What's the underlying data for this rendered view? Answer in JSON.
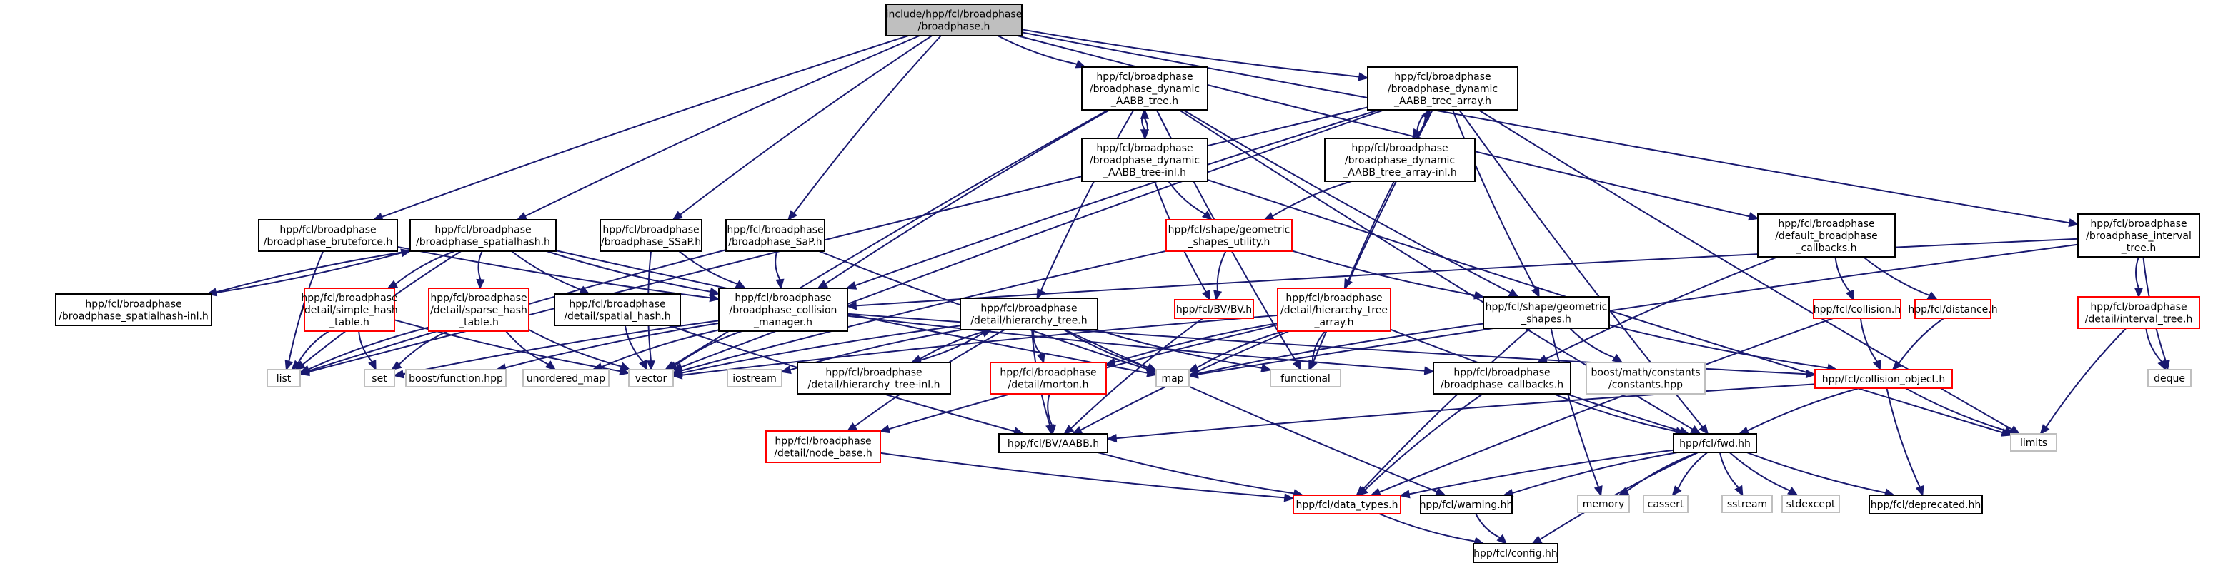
{
  "header": {
    "title": "include/hpp/fcl/broadphase/broadphase.h"
  },
  "colors": {
    "edge": "#191970",
    "root_fill": "#bfbfbf",
    "normal_border": "#000000",
    "undocumented_border": "#ff0000",
    "system_border": "#bfbfbf"
  },
  "nodes": [
    {
      "id": "root",
      "kind": "root",
      "lines": [
        "include/hpp/fcl/broadphase",
        "/broadphase.h"
      ]
    },
    {
      "id": "dyn_tree",
      "kind": "normal",
      "lines": [
        "hpp/fcl/broadphase",
        "/broadphase_dynamic",
        "_AABB_tree.h"
      ]
    },
    {
      "id": "dyn_array",
      "kind": "normal",
      "lines": [
        "hpp/fcl/broadphase",
        "/broadphase_dynamic",
        "_AABB_tree_array.h"
      ]
    },
    {
      "id": "dyn_tree_inl",
      "kind": "normal",
      "lines": [
        "hpp/fcl/broadphase",
        "/broadphase_dynamic",
        "_AABB_tree-inl.h"
      ]
    },
    {
      "id": "dyn_array_inl",
      "kind": "normal",
      "lines": [
        "hpp/fcl/broadphase",
        "/broadphase_dynamic",
        "_AABB_tree_array-inl.h"
      ]
    },
    {
      "id": "brute",
      "kind": "normal",
      "lines": [
        "hpp/fcl/broadphase",
        "/broadphase_bruteforce.h"
      ]
    },
    {
      "id": "spatialhash",
      "kind": "normal",
      "lines": [
        "hpp/fcl/broadphase",
        "/broadphase_spatialhash.h"
      ]
    },
    {
      "id": "ssap",
      "kind": "normal",
      "lines": [
        "hpp/fcl/broadphase",
        "/broadphase_SSaP.h"
      ]
    },
    {
      "id": "sap",
      "kind": "normal",
      "lines": [
        "hpp/fcl/broadphase",
        "/broadphase_SaP.h"
      ]
    },
    {
      "id": "geom_util",
      "kind": "undoc",
      "lines": [
        "hpp/fcl/shape/geometric",
        "_shapes_utility.h"
      ]
    },
    {
      "id": "def_cb",
      "kind": "normal",
      "lines": [
        "hpp/fcl/broadphase",
        "/default_broadphase",
        "_callbacks.h"
      ]
    },
    {
      "id": "interval",
      "kind": "normal",
      "lines": [
        "hpp/fcl/broadphase",
        "/broadphase_interval",
        "_tree.h"
      ]
    },
    {
      "id": "sh_inl",
      "kind": "normal",
      "lines": [
        "hpp/fcl/broadphase",
        "/broadphase_spatialhash-inl.h"
      ]
    },
    {
      "id": "simple_hash",
      "kind": "undoc",
      "lines": [
        "hpp/fcl/broadphase",
        "/detail/simple_hash",
        "_table.h"
      ]
    },
    {
      "id": "sparse_hash",
      "kind": "undoc",
      "lines": [
        "hpp/fcl/broadphase",
        "/detail/sparse_hash",
        "_table.h"
      ]
    },
    {
      "id": "spatial_hash",
      "kind": "normal",
      "lines": [
        "hpp/fcl/broadphase",
        "/detail/spatial_hash.h"
      ]
    },
    {
      "id": "coll_mgr",
      "kind": "normal",
      "lines": [
        "hpp/fcl/broadphase",
        "/broadphase_collision",
        "_manager.h"
      ]
    },
    {
      "id": "hier_tree",
      "kind": "normal",
      "lines": [
        "hpp/fcl/broadphase",
        "/detail/hierarchy_tree.h"
      ]
    },
    {
      "id": "bv_bv",
      "kind": "undoc",
      "lines": [
        "hpp/fcl/BV/BV.h"
      ]
    },
    {
      "id": "hier_array",
      "kind": "undoc",
      "lines": [
        "hpp/fcl/broadphase",
        "/detail/hierarchy_tree",
        "_array.h"
      ]
    },
    {
      "id": "geom_shapes",
      "kind": "normal",
      "lines": [
        "hpp/fcl/shape/geometric",
        "_shapes.h"
      ]
    },
    {
      "id": "collision",
      "kind": "undoc",
      "lines": [
        "hpp/fcl/collision.h"
      ]
    },
    {
      "id": "distance",
      "kind": "undoc",
      "lines": [
        "hpp/fcl/distance.h"
      ]
    },
    {
      "id": "interval_tree",
      "kind": "undoc",
      "lines": [
        "hpp/fcl/broadphase",
        "/detail/interval_tree.h"
      ]
    },
    {
      "id": "list",
      "kind": "system",
      "lines": [
        "list"
      ]
    },
    {
      "id": "set",
      "kind": "system",
      "lines": [
        "set"
      ]
    },
    {
      "id": "vector",
      "kind": "system",
      "lines": [
        "vector"
      ]
    },
    {
      "id": "boost_function",
      "kind": "system",
      "lines": [
        "boost/function.hpp"
      ]
    },
    {
      "id": "unordered_map",
      "kind": "system",
      "lines": [
        "unordered_map"
      ]
    },
    {
      "id": "iostream",
      "kind": "system",
      "lines": [
        "iostream"
      ]
    },
    {
      "id": "hier_inl",
      "kind": "normal",
      "lines": [
        "hpp/fcl/broadphase",
        "/detail/hierarchy_tree-inl.h"
      ]
    },
    {
      "id": "morton",
      "kind": "undoc",
      "lines": [
        "hpp/fcl/broadphase",
        "/detail/morton.h"
      ]
    },
    {
      "id": "map",
      "kind": "system",
      "lines": [
        "map"
      ]
    },
    {
      "id": "functional",
      "kind": "system",
      "lines": [
        "functional"
      ]
    },
    {
      "id": "bp_cb",
      "kind": "normal",
      "lines": [
        "hpp/fcl/broadphase",
        "/broadphase_callbacks.h"
      ]
    },
    {
      "id": "boost_math",
      "kind": "system",
      "lines": [
        "boost/math/constants",
        "/constants.hpp"
      ]
    },
    {
      "id": "coll_obj",
      "kind": "undoc",
      "lines": [
        "hpp/fcl/collision_object.h"
      ]
    },
    {
      "id": "deque",
      "kind": "system",
      "lines": [
        "deque"
      ]
    },
    {
      "id": "limits",
      "kind": "system",
      "lines": [
        "limits"
      ]
    },
    {
      "id": "node_base",
      "kind": "undoc",
      "lines": [
        "hpp/fcl/broadphase",
        "/detail/node_base.h"
      ]
    },
    {
      "id": "aabb",
      "kind": "normal",
      "lines": [
        "hpp/fcl/BV/AABB.h"
      ]
    },
    {
      "id": "fwd",
      "kind": "normal",
      "lines": [
        "hpp/fcl/fwd.hh"
      ]
    },
    {
      "id": "data_types",
      "kind": "undoc",
      "lines": [
        "hpp/fcl/data_types.h"
      ]
    },
    {
      "id": "warning",
      "kind": "normal",
      "lines": [
        "hpp/fcl/warning.hh"
      ]
    },
    {
      "id": "memory",
      "kind": "system",
      "lines": [
        "memory"
      ]
    },
    {
      "id": "cassert",
      "kind": "system",
      "lines": [
        "cassert"
      ]
    },
    {
      "id": "sstream",
      "kind": "system",
      "lines": [
        "sstream"
      ]
    },
    {
      "id": "stdexcept",
      "kind": "system",
      "lines": [
        "stdexcept"
      ]
    },
    {
      "id": "deprecated",
      "kind": "normal",
      "lines": [
        "hpp/fcl/deprecated.hh"
      ]
    },
    {
      "id": "config",
      "kind": "normal",
      "lines": [
        "hpp/fcl/config.hh"
      ]
    }
  ],
  "edges": [
    [
      "root",
      "dyn_tree"
    ],
    [
      "root",
      "dyn_array"
    ],
    [
      "root",
      "brute"
    ],
    [
      "root",
      "spatialhash"
    ],
    [
      "root",
      "ssap"
    ],
    [
      "root",
      "sap"
    ],
    [
      "root",
      "def_cb"
    ],
    [
      "root",
      "interval"
    ],
    [
      "dyn_tree",
      "dyn_tree_inl"
    ],
    [
      "dyn_tree",
      "coll_mgr"
    ],
    [
      "dyn_tree",
      "hier_tree"
    ],
    [
      "dyn_tree",
      "vector"
    ],
    [
      "dyn_tree",
      "geom_shapes"
    ],
    [
      "dyn_tree",
      "functional"
    ],
    [
      "dyn_tree",
      "fwd"
    ],
    [
      "dyn_tree_inl",
      "dyn_tree"
    ],
    [
      "dyn_tree_inl",
      "geom_util"
    ],
    [
      "dyn_tree_inl",
      "bv_bv"
    ],
    [
      "dyn_tree_inl",
      "limits"
    ],
    [
      "dyn_array",
      "dyn_array_inl"
    ],
    [
      "dyn_array",
      "coll_mgr"
    ],
    [
      "dyn_array",
      "hier_array"
    ],
    [
      "dyn_array",
      "geom_shapes"
    ],
    [
      "dyn_array",
      "list"
    ],
    [
      "dyn_array",
      "vector"
    ],
    [
      "dyn_array",
      "functional"
    ],
    [
      "dyn_array",
      "fwd"
    ],
    [
      "dyn_array",
      "limits"
    ],
    [
      "dyn_array_inl",
      "dyn_array"
    ],
    [
      "dyn_array_inl",
      "geom_util"
    ],
    [
      "geom_util",
      "bv_bv"
    ],
    [
      "geom_util",
      "geom_shapes"
    ],
    [
      "geom_util",
      "vector"
    ],
    [
      "brute",
      "coll_mgr"
    ],
    [
      "brute",
      "list"
    ],
    [
      "spatialhash",
      "sh_inl"
    ],
    [
      "spatialhash",
      "simple_hash"
    ],
    [
      "spatialhash",
      "sparse_hash"
    ],
    [
      "spatialhash",
      "spatial_hash"
    ],
    [
      "spatialhash",
      "coll_mgr"
    ],
    [
      "spatialhash",
      "list"
    ],
    [
      "spatialhash",
      "map"
    ],
    [
      "sh_inl",
      "spatialhash"
    ],
    [
      "ssap",
      "coll_mgr"
    ],
    [
      "ssap",
      "vector"
    ],
    [
      "sap",
      "coll_mgr"
    ],
    [
      "sap",
      "list"
    ],
    [
      "sap",
      "map"
    ],
    [
      "simple_hash",
      "list"
    ],
    [
      "simple_hash",
      "set"
    ],
    [
      "simple_hash",
      "vector"
    ],
    [
      "sparse_hash",
      "list"
    ],
    [
      "sparse_hash",
      "set"
    ],
    [
      "sparse_hash",
      "vector"
    ],
    [
      "sparse_hash",
      "unordered_map"
    ],
    [
      "spatial_hash",
      "aabb"
    ],
    [
      "spatial_hash",
      "vector"
    ],
    [
      "coll_mgr",
      "set"
    ],
    [
      "coll_mgr",
      "vector"
    ],
    [
      "coll_mgr",
      "boost_function"
    ],
    [
      "coll_mgr",
      "unordered_map"
    ],
    [
      "coll_mgr",
      "bp_cb"
    ],
    [
      "coll_mgr",
      "coll_obj"
    ],
    [
      "hier_tree",
      "hier_inl"
    ],
    [
      "hier_tree",
      "morton"
    ],
    [
      "hier_tree",
      "aabb"
    ],
    [
      "hier_tree",
      "node_base"
    ],
    [
      "hier_tree",
      "vector"
    ],
    [
      "hier_tree",
      "map"
    ],
    [
      "hier_tree",
      "iostream"
    ],
    [
      "hier_tree",
      "functional"
    ],
    [
      "hier_tree",
      "warning"
    ],
    [
      "hier_inl",
      "hier_tree"
    ],
    [
      "hier_array",
      "node_base"
    ],
    [
      "hier_array",
      "morton"
    ],
    [
      "hier_array",
      "aabb"
    ],
    [
      "hier_array",
      "vector"
    ],
    [
      "hier_array",
      "map"
    ],
    [
      "hier_array",
      "functional"
    ],
    [
      "hier_array",
      "fwd"
    ],
    [
      "bv_bv",
      "aabb"
    ],
    [
      "geom_shapes",
      "coll_obj"
    ],
    [
      "geom_shapes",
      "data_types"
    ],
    [
      "geom_shapes",
      "boost_math"
    ],
    [
      "geom_shapes",
      "memory"
    ],
    [
      "geom_shapes",
      "map"
    ],
    [
      "def_cb",
      "bp_cb"
    ],
    [
      "def_cb",
      "collision"
    ],
    [
      "def_cb",
      "distance"
    ],
    [
      "collision",
      "coll_obj"
    ],
    [
      "collision",
      "data_types"
    ],
    [
      "distance",
      "coll_obj"
    ],
    [
      "interval",
      "interval_tree"
    ],
    [
      "interval",
      "coll_mgr"
    ],
    [
      "interval",
      "deque"
    ],
    [
      "interval",
      "map"
    ],
    [
      "interval_tree",
      "deque"
    ],
    [
      "interval_tree",
      "limits"
    ],
    [
      "morton",
      "aabb"
    ],
    [
      "node_base",
      "data_types"
    ],
    [
      "bp_cb",
      "fwd"
    ],
    [
      "bp_cb",
      "data_types"
    ],
    [
      "coll_obj",
      "fwd"
    ],
    [
      "coll_obj",
      "aabb"
    ],
    [
      "coll_obj",
      "deprecated"
    ],
    [
      "coll_obj",
      "limits"
    ],
    [
      "aabb",
      "data_types"
    ],
    [
      "fwd",
      "data_types"
    ],
    [
      "fwd",
      "warning"
    ],
    [
      "fwd",
      "memory"
    ],
    [
      "fwd",
      "cassert"
    ],
    [
      "fwd",
      "sstream"
    ],
    [
      "fwd",
      "stdexcept"
    ],
    [
      "fwd",
      "deprecated"
    ],
    [
      "fwd",
      "config"
    ],
    [
      "data_types",
      "config"
    ],
    [
      "warning",
      "config"
    ]
  ]
}
